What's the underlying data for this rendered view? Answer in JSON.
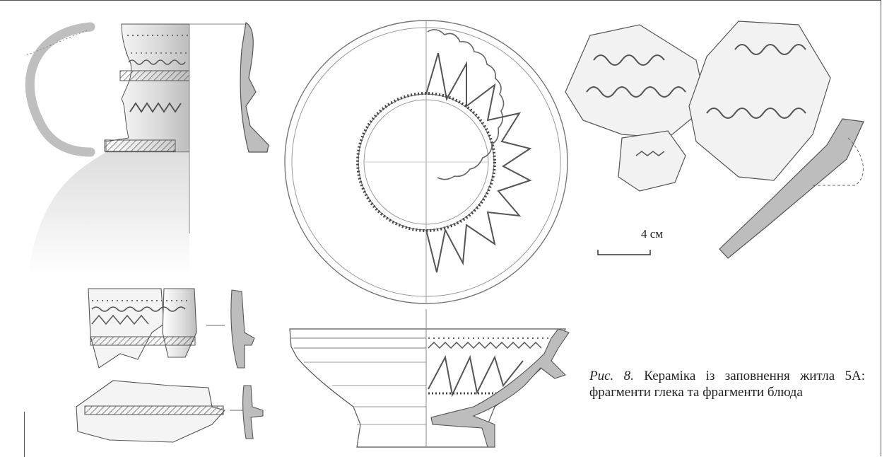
{
  "figure": {
    "caption_label": "Рис. 8.",
    "caption_text": "Кераміка із заповнення житла 5А: фрагменти глека та фрагменти блюда",
    "scale_label": "4 см"
  },
  "colors": {
    "line": "#5a5a5a",
    "section_fill": "#b9b9b9",
    "shade": "#e6e6e6",
    "text": "#222222"
  }
}
